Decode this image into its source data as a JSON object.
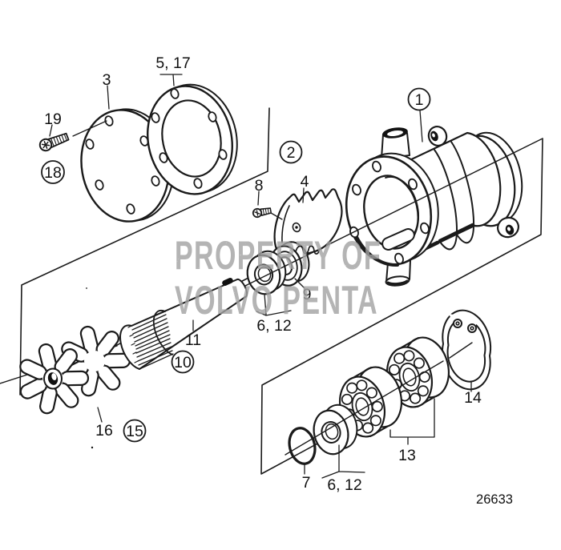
{
  "diagram": {
    "drawing_number": "26633",
    "watermark": {
      "line1": "PROPERTY OF",
      "line2": "VOLVO PENTA"
    },
    "callouts": {
      "item_1": "1",
      "item_2": "2",
      "item_3": "3",
      "item_4": "4",
      "item_5_17": "5, 17",
      "item_6_12_upper": "6, 12",
      "item_6_12_lower": "6, 12",
      "item_7": "7",
      "item_8": "8",
      "item_9": "9",
      "item_10": "10",
      "item_11": "11",
      "item_13": "13",
      "item_14": "14",
      "item_15": "15",
      "item_16": "16",
      "item_18": "18",
      "item_19": "19"
    }
  }
}
